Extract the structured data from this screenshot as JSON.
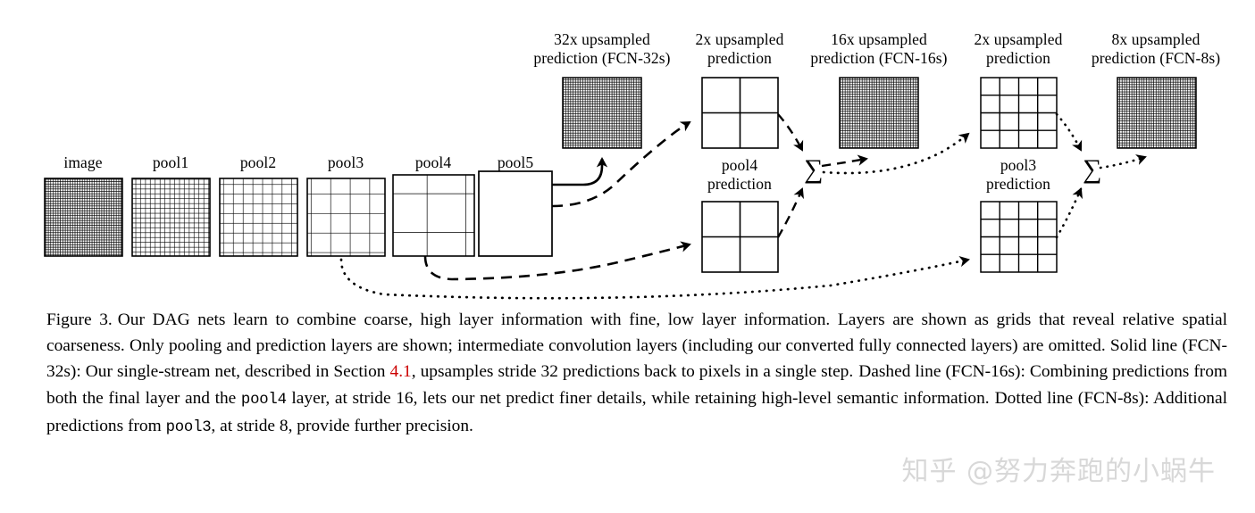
{
  "figure": {
    "id": "figure-3",
    "top_labels": [
      {
        "line1": "32x upsampled",
        "line2": "prediction (FCN-32s)"
      },
      {
        "line1": "2x upsampled",
        "line2": "prediction"
      },
      {
        "line1": "16x upsampled",
        "line2": "prediction (FCN-16s)"
      },
      {
        "line1": "2x upsampled",
        "line2": "prediction"
      },
      {
        "line1": "8x upsampled",
        "line2": "prediction (FCN-8s)"
      }
    ],
    "row_labels": [
      {
        "text": "image"
      },
      {
        "text": "pool1"
      },
      {
        "text": "pool2"
      },
      {
        "text": "pool3"
      },
      {
        "text": "pool4"
      },
      {
        "text": "pool5"
      }
    ],
    "mid_labels": [
      {
        "line1": "pool4",
        "line2": "prediction"
      },
      {
        "line1": "pool3",
        "line2": "prediction"
      }
    ],
    "sum_symbol": "∑",
    "grids": {
      "image": 32,
      "pool1": 16,
      "pool2": 8,
      "pool3": 4,
      "pool4": 2,
      "pool5": 1,
      "upsampled_32x": 32,
      "upsampled_2x_a": 2,
      "upsampled_16x": 32,
      "upsampled_2x_b": 4,
      "upsampled_8x": 32,
      "pool4_prediction": 2,
      "pool3_prediction": 4
    },
    "line_styles": {
      "fcn32s": "solid",
      "fcn16s": "dashed",
      "fcn8s": "dotted"
    },
    "colors": {
      "stroke": "#000000",
      "background": "#ffffff",
      "link": "#cc0000",
      "watermark": "#d8d8d8"
    }
  },
  "caption": {
    "p1": "Figure 3.",
    "p2": "Our DAG nets learn to combine coarse, high layer information with fine, low layer information. Layers are shown as grids that reveal relative spatial coarseness. Only pooling and prediction layers are shown; intermediate convolution layers (including our converted fully connected layers) are omitted. Solid line (FCN-32s): Our single-stream net, described in Section",
    "link": "4.1",
    "p3": ", upsamples stride 32 predictions back to pixels in a single step.",
    "p4": "Dashed line (FCN-16s): Combining predictions from both the final layer and the",
    "mono1": "pool4",
    "p5": "layer, at stride 16, lets our net predict finer details, while retaining high-level semantic information.",
    "p6": "Dotted line (FCN-8s): Additional predictions from",
    "mono2": "pool3",
    "p7": ", at stride 8, provide further precision."
  },
  "watermark": {
    "text": "知乎 @努力奔跑的小蜗牛"
  }
}
